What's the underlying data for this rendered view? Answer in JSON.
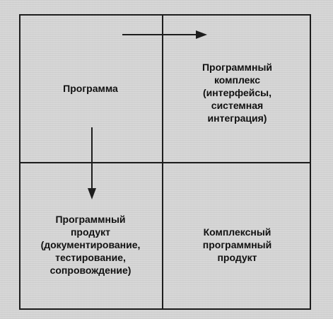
{
  "quadrants": {
    "top_left": "Программа",
    "top_right": "Программный\nкомплекс\n(интерфейсы,\nсистемная\nинтеграция)",
    "bottom_left": "Программный\nпродукт\n(документирование,\nтестирование,\nсопровождение)",
    "bottom_right": "Комплексный\nпрограммный\nпродукт"
  },
  "colors": {
    "background": "#d6d6d6",
    "ink": "#1d1d1d"
  }
}
